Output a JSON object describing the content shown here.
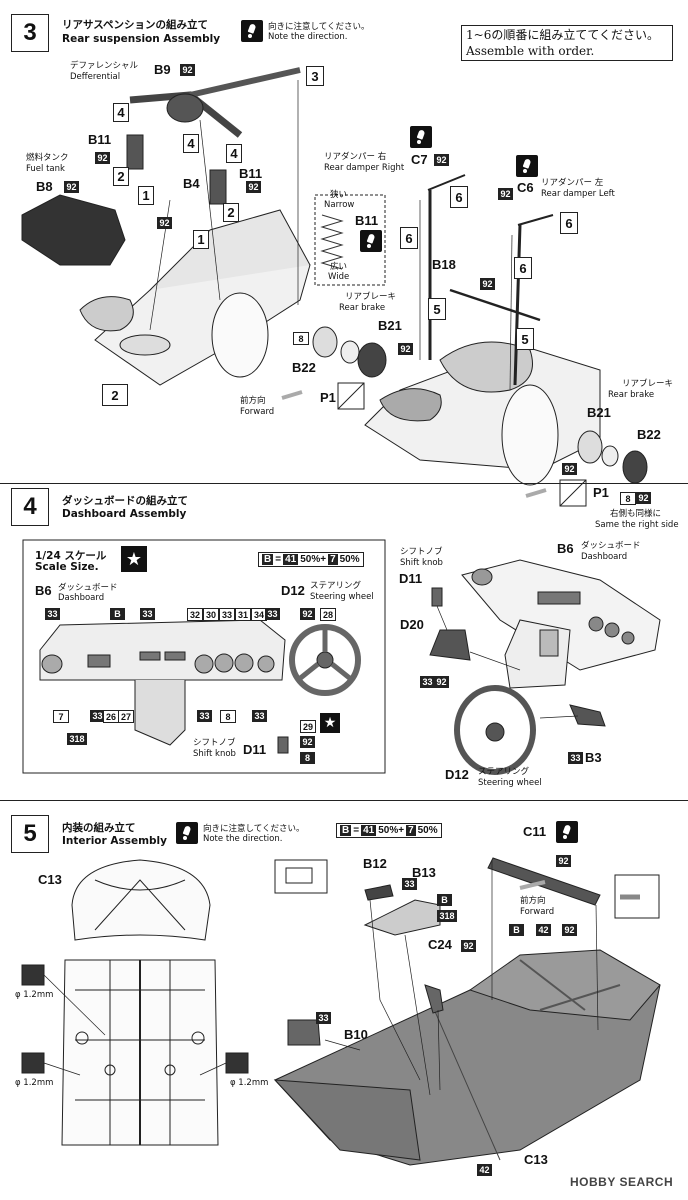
{
  "step3": {
    "number": "3",
    "title_jp": "リアサスペンションの組み立て",
    "title_en": "Rear suspension Assembly",
    "note_jp": "向きに注意してください。",
    "note_en": "Note the direction.",
    "order_jp": "1~6の順番に組み立ててください。",
    "order_en": "Assemble with order.",
    "labels": {
      "diff_jp": "デファレンシャル",
      "diff_en": "Defferential",
      "tank_jp": "燃料タンク",
      "tank_en": "Fuel tank",
      "damper_r_jp": "リアダンパー 右",
      "damper_r_en": "Rear damper Right",
      "damper_l_jp": "リアダンパー 左",
      "damper_l_en": "Rear damper Left",
      "narrow_jp": "狭い",
      "narrow_en": "Narrow",
      "wide_jp": "広い",
      "wide_en": "Wide",
      "brake_jp": "リアブレーキ",
      "brake_en": "Rear brake",
      "brake2_jp": "リアブレーキ",
      "brake2_en": "Rear brake",
      "forward_jp": "前方向",
      "forward_en": "Forward",
      "same_jp": "右側も同様に",
      "same_en": "Same the right side"
    },
    "parts": {
      "B9": "B9",
      "B11a": "B11",
      "B11b": "B11",
      "B11c": "B11",
      "B8": "B8",
      "B4": "B4",
      "C7": "C7",
      "C6": "C6",
      "B18": "B18",
      "B21a": "B21",
      "B22a": "B22",
      "P1a": "P1",
      "B21b": "B21",
      "B22b": "B22",
      "P1b": "P1"
    },
    "paint": "92",
    "paint8": "8",
    "step_box": "2"
  },
  "step4": {
    "number": "4",
    "title_jp": "ダッシュボードの組み立て",
    "title_en": "Dashboard Assembly",
    "scale_jp": "1/24 スケール",
    "scale_en": "Scale Size.",
    "mix_b": "B",
    "mix_eq": "=",
    "mix_c1": "41",
    "mix_p1": "50%+",
    "mix_c2": "7",
    "mix_p2": "50%",
    "b6_jp": "ダッシュボード",
    "b6_en": "Dashboard",
    "d12_jp": "ステアリング",
    "d12_en": "Steering wheel",
    "knob_jp": "シフトノブ",
    "knob_en": "Shift knob",
    "knob2_jp": "シフトノブ",
    "knob2_en": "Shift knob",
    "b6b_jp": "ダッシュボード",
    "b6b_en": "Dashboard",
    "d12b_jp": "ステアリング",
    "d12b_en": "Steering wheel",
    "parts": {
      "B6": "B6",
      "D12": "D12",
      "D11": "D11",
      "D20": "D20",
      "B3": "B3",
      "B": "B",
      "B6b": "B6",
      "D11b": "D11",
      "D12b": "D12"
    },
    "colors": {
      "c33": "33",
      "c32": "32",
      "c30": "30",
      "c31": "31",
      "c34": "34",
      "c92": "92",
      "c28": "28",
      "c7": "7",
      "c8": "8",
      "c26": "26",
      "c27": "27",
      "c318": "318",
      "c29": "29"
    }
  },
  "step5": {
    "number": "5",
    "title_jp": "内装の組み立て",
    "title_en": "Interior Assembly",
    "note_jp": "向きに注意してください。",
    "note_en": "Note the direction.",
    "forward_jp": "前方向",
    "forward_en": "Forward",
    "drill": "φ 1.2mm",
    "parts": {
      "C13": "C13",
      "C13b": "C13",
      "B12": "B12",
      "B13": "B13",
      "C24": "C24",
      "B10": "B10",
      "C11": "C11",
      "B": "B"
    },
    "colors": {
      "c33": "33",
      "c318": "318",
      "c92": "92",
      "c42": "42"
    }
  },
  "footer": {
    "brand": "HOBBY SEARCH"
  }
}
